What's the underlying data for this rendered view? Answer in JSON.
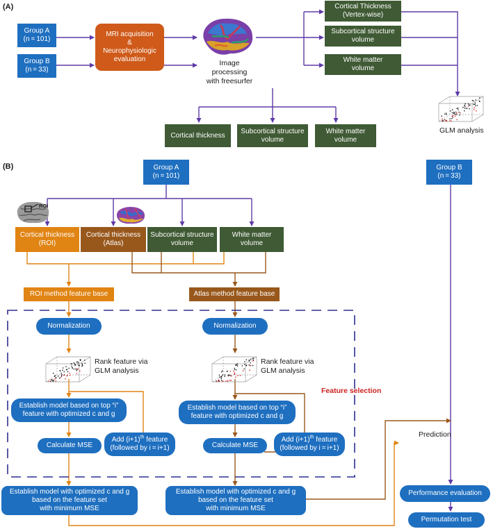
{
  "panels": {
    "a": "(A)",
    "b": "(B)"
  },
  "top": {
    "group_a": {
      "line1": "Group A",
      "line2": "(n = 101)"
    },
    "group_b": {
      "line1": "Group B",
      "line2": "(n = 33)"
    },
    "mri": {
      "line1": "MRI acquisition",
      "line2": "&",
      "line3": "Neurophysiologic",
      "line4": "evaluation"
    },
    "image_processing": {
      "line1": "Image processing",
      "line2": "with freesurfer"
    },
    "cortical_vertex": {
      "line1": "Cortical Thickness",
      "line2": "(Vertex-wise)"
    },
    "subcortical": {
      "line1": "Subcortical structure",
      "line2": "volume"
    },
    "white_matter": {
      "line1": "White matter",
      "line2": "volume"
    },
    "glm": "GLM analysis",
    "out_cortical": "Cortical thickness",
    "out_subcortical": {
      "line1": "Subcortical structure",
      "line2": "volume"
    },
    "out_white": {
      "line1": "White matter",
      "line2": "volume"
    }
  },
  "bottom": {
    "group_a": {
      "line1": "Group A",
      "line2": "(n = 101)"
    },
    "group_b": {
      "line1": "Group B",
      "line2": "(n = 33)"
    },
    "roi_tag": "ROI",
    "ct_roi": {
      "line1": "Cortical thickness",
      "line2": "(ROI)"
    },
    "ct_atlas": {
      "line1": "Cortical thickness",
      "line2": "(Atlas)"
    },
    "subcortical": {
      "line1": "Subcortical structure",
      "line2": "volume"
    },
    "white_matter": {
      "line1": "White matter",
      "line2": "volume"
    },
    "roi_base": "ROI method feature base",
    "atlas_base": "Atlas method feature base",
    "normalization": "Normalization",
    "rank": {
      "line1": "Rank feature via",
      "line2": "GLM analysis"
    },
    "establish": {
      "line1": "Establish model based on top “i”",
      "line2": "feature with optimized c and g"
    },
    "calc_mse": "Calculate MSE",
    "add_feature": {
      "pre": "Add (i+1)",
      "sup": "th",
      "post": " feature",
      "line2": "(followed by i = i+1)"
    },
    "final_model": {
      "line1": "Establish model with optimized  c and g",
      "line2": "based on the feature set",
      "line3": "with minimum MSE"
    },
    "feature_selection": "Feature selection",
    "prediction": "Prediction",
    "performance": "Performance evaluation",
    "permutation": "Permutation test"
  },
  "colors": {
    "blue": "#1e6fc0",
    "purple": "#5e3aa6",
    "orange": "#e08413",
    "brown": "#98581c",
    "dark_green": "#3f5a34",
    "feature_selection": "#cc1f1f"
  }
}
